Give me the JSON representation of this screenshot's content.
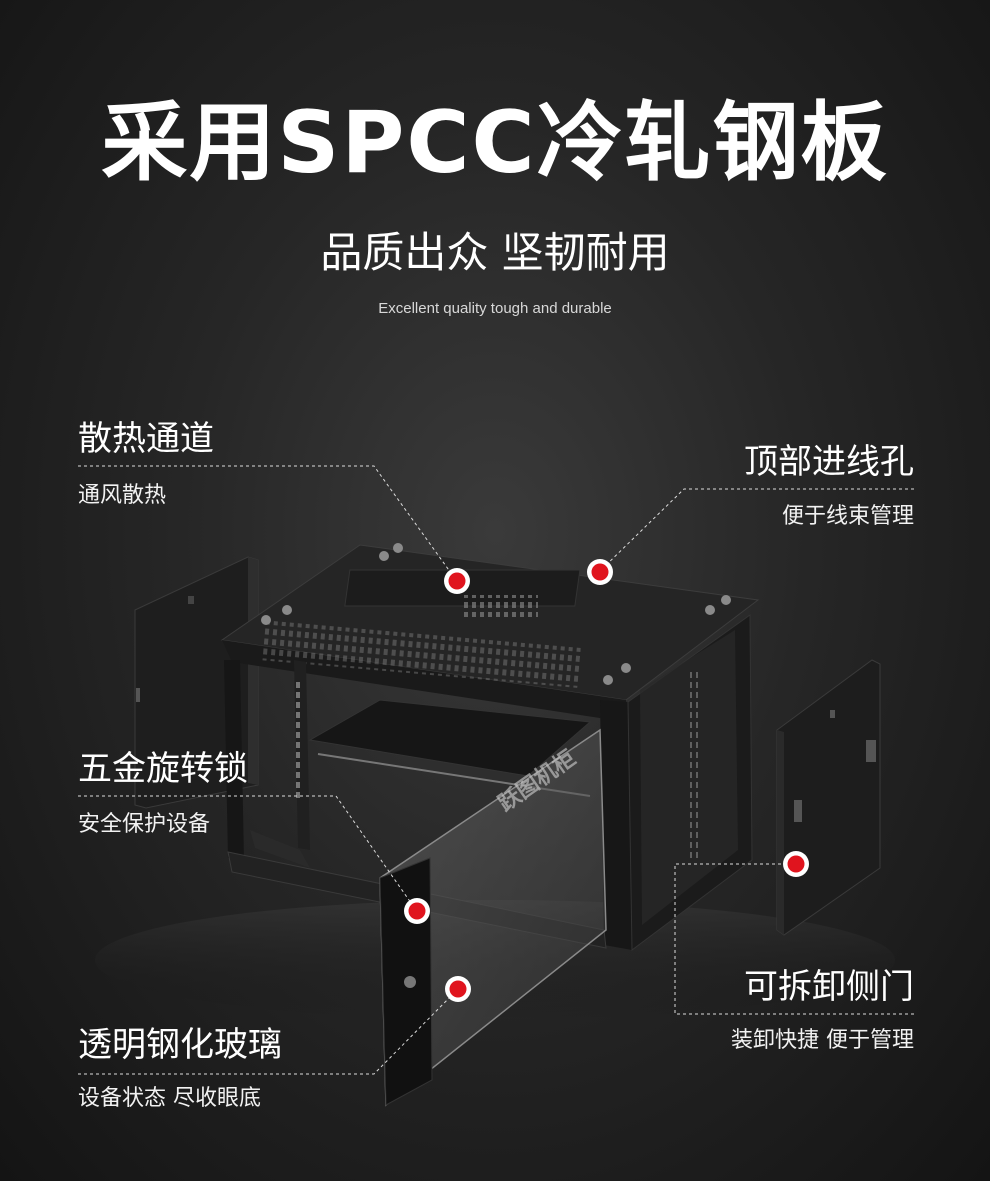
{
  "header": {
    "title": "采用SPCC冷轧钢板",
    "subtitle": "品质出众 坚韧耐用",
    "subtitle_en": "Excellent quality tough and durable"
  },
  "features": [
    {
      "title": "散热通道",
      "desc": "通风散热"
    },
    {
      "title": "顶部进线孔",
      "desc": "便于线束管理"
    },
    {
      "title": "五金旋转锁",
      "desc": "安全保护设备"
    },
    {
      "title": "可拆卸侧门",
      "desc": "装卸快捷 便于管理"
    },
    {
      "title": "透明钢化玻璃",
      "desc": "设备状态 尽收眼底"
    }
  ],
  "product": {
    "glass_logo": "跃图机柜"
  },
  "colors": {
    "marker": "#e0141e",
    "background": "#262626",
    "cabinet": "#1c1c1c"
  }
}
